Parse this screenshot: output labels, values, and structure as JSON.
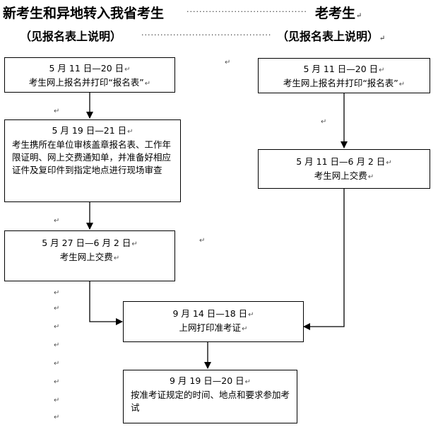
{
  "header": {
    "new_title": "新考生和异地转入我省考生",
    "old_title": "老考生",
    "new_note": "（见报名表上说明）",
    "old_note": "（见报名表上说明）",
    "leader_dots": "··············································"
  },
  "paragraph_mark": "↵",
  "boxes": {
    "new_register": {
      "date": "5 月 11 日—20 日",
      "desc": "考生网上报名并打印“报名表”"
    },
    "new_review": {
      "date": "5 月 19 日—21 日",
      "desc": "考生携所在单位审核盖章报名表、工作年限证明、网上交费通知单，并准备好相应证件及复印件到指定地点进行现场审查"
    },
    "new_payment": {
      "date": "5 月 27 日—6 月 2 日",
      "desc": "考生网上交费"
    },
    "old_register": {
      "date": "5 月 11 日—20 日",
      "desc": "考生网上报名并打印“报名表”"
    },
    "old_payment": {
      "date": "5 月 11 日—6 月 2 日",
      "desc": "考生网上交费"
    },
    "print_ticket": {
      "date": "9 月 14 日—18 日",
      "desc": "上网打印准考证"
    },
    "exam": {
      "date": "9 月 19 日—20 日",
      "desc": "按准考证规定的时间、地点和要求参加考试"
    }
  }
}
